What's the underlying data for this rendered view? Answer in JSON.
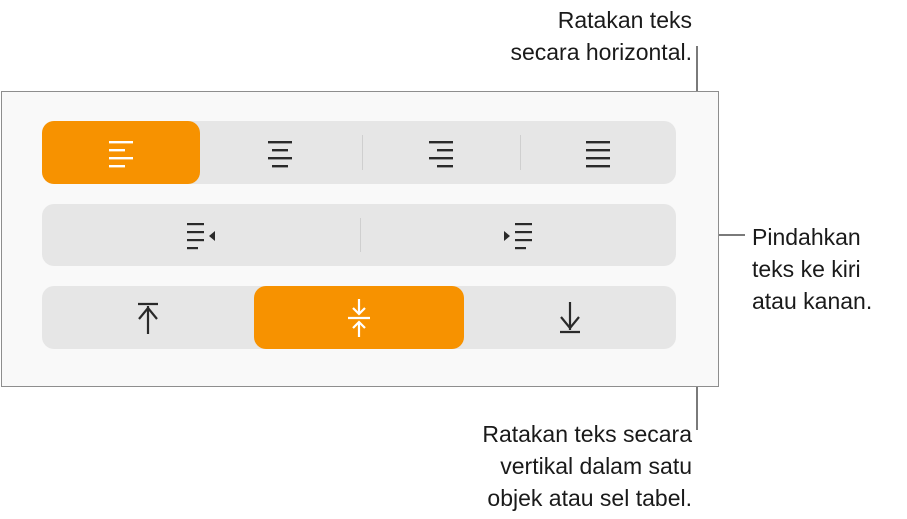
{
  "callouts": {
    "horizontal": [
      "Ratakan teks",
      "secara horizontal."
    ],
    "indent": [
      "Pindahkan",
      "teks ke kiri",
      "atau kanan."
    ],
    "vertical": [
      "Ratakan teks secara",
      "vertikal dalam satu",
      "objek atau sel tabel."
    ]
  },
  "alignment": {
    "selected": "align-left",
    "buttons": [
      "align-left-icon",
      "align-center-icon",
      "align-right-icon",
      "justify-icon"
    ]
  },
  "indent": {
    "buttons": [
      "decrease-indent-icon",
      "increase-indent-icon"
    ]
  },
  "vertical_alignment": {
    "selected": "middle",
    "buttons": [
      "align-top-icon",
      "align-middle-icon",
      "align-bottom-icon"
    ]
  },
  "colors": {
    "accent": "#f79200",
    "segment": "#e6e6e6"
  }
}
